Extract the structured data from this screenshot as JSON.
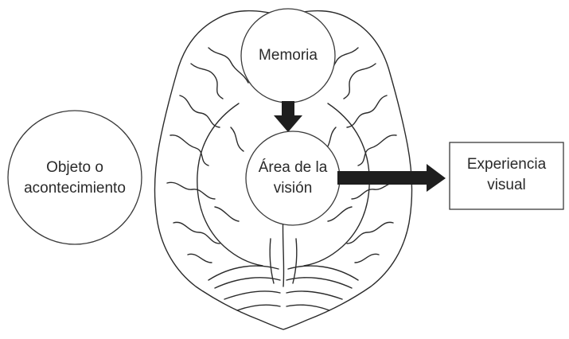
{
  "diagram": {
    "nodes": {
      "object": {
        "line1": "Objeto o",
        "line2": "acontecimiento"
      },
      "memory": {
        "label": "Memoria"
      },
      "vision": {
        "line1": "Área de la",
        "line2": "visión"
      },
      "experience": {
        "line1": "Experiencia",
        "line2": "visual"
      }
    },
    "edges": [
      {
        "from": "memory",
        "to": "vision"
      },
      {
        "from": "vision",
        "to": "experience"
      }
    ],
    "background_image": "brain-underside-illustration"
  }
}
